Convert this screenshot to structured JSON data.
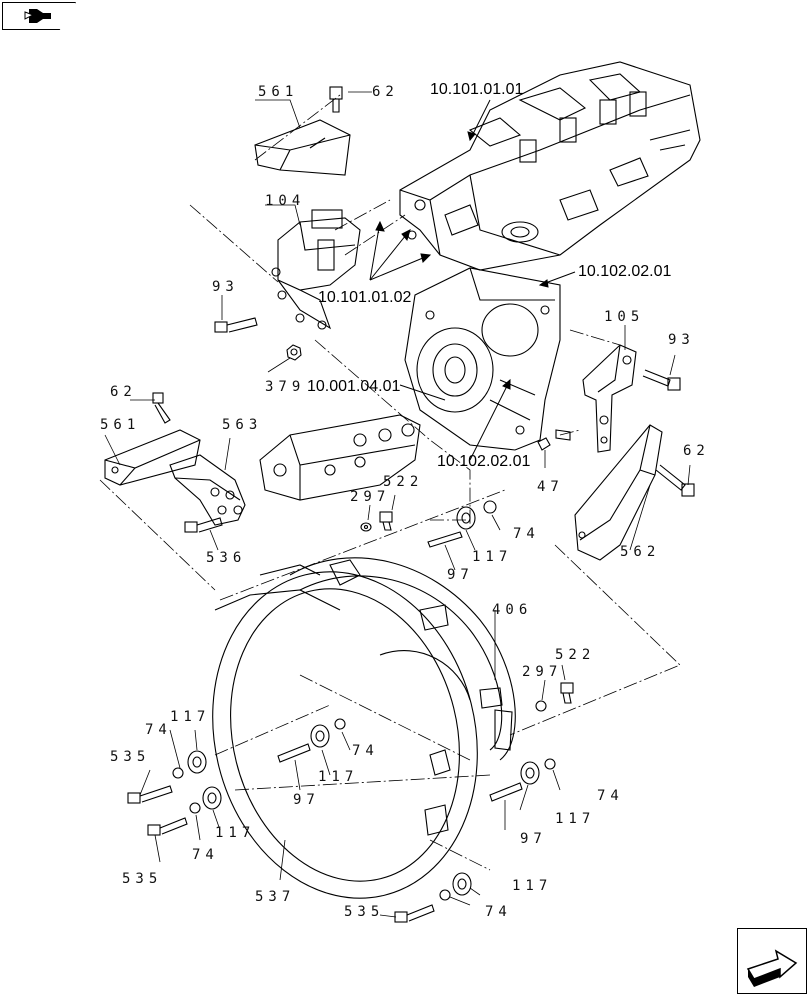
{
  "part_labels": [
    {
      "id": "p561a",
      "text": "561"
    },
    {
      "id": "p62a",
      "text": "62"
    },
    {
      "id": "p104",
      "text": "104"
    },
    {
      "id": "p93a",
      "text": "93"
    },
    {
      "id": "p379",
      "text": "379"
    },
    {
      "id": "p105",
      "text": "105"
    },
    {
      "id": "p93b",
      "text": "93"
    },
    {
      "id": "p62b",
      "text": "62"
    },
    {
      "id": "p561b",
      "text": "561"
    },
    {
      "id": "p563",
      "text": "563"
    },
    {
      "id": "p47",
      "text": "47"
    },
    {
      "id": "p62c",
      "text": "62"
    },
    {
      "id": "p562",
      "text": "562"
    },
    {
      "id": "p297a",
      "text": "297"
    },
    {
      "id": "p522a",
      "text": "522"
    },
    {
      "id": "p536",
      "text": "536"
    },
    {
      "id": "p74a",
      "text": "74"
    },
    {
      "id": "p117a",
      "text": "117"
    },
    {
      "id": "p97a",
      "text": "97"
    },
    {
      "id": "p406",
      "text": "406"
    },
    {
      "id": "p297b",
      "text": "297"
    },
    {
      "id": "p522b",
      "text": "522"
    },
    {
      "id": "p74b",
      "text": "74"
    },
    {
      "id": "p117b",
      "text": "117"
    },
    {
      "id": "p535a",
      "text": "535"
    },
    {
      "id": "p74c",
      "text": "74"
    },
    {
      "id": "p117c",
      "text": "117"
    },
    {
      "id": "p97b",
      "text": "97"
    },
    {
      "id": "p74d",
      "text": "74"
    },
    {
      "id": "p117d",
      "text": "117"
    },
    {
      "id": "p97c",
      "text": "97"
    },
    {
      "id": "p535b",
      "text": "535"
    },
    {
      "id": "p74e",
      "text": "74"
    },
    {
      "id": "p117e",
      "text": "117"
    },
    {
      "id": "p537",
      "text": "537"
    },
    {
      "id": "p117f",
      "text": "117"
    },
    {
      "id": "p535c",
      "text": "535"
    },
    {
      "id": "p74f",
      "text": "74"
    }
  ],
  "references": [
    {
      "id": "r1",
      "text": "10.101.01.01"
    },
    {
      "id": "r2",
      "text": "10.102.02.01"
    },
    {
      "id": "r3",
      "text": "10.101.01.02"
    },
    {
      "id": "r4",
      "text": "10.001.04.01"
    },
    {
      "id": "r5",
      "text": "10.102.02.01"
    }
  ],
  "nav": {
    "top_icon": "book-arrow-icon",
    "bottom_icon": "next-page-arrow-icon"
  }
}
